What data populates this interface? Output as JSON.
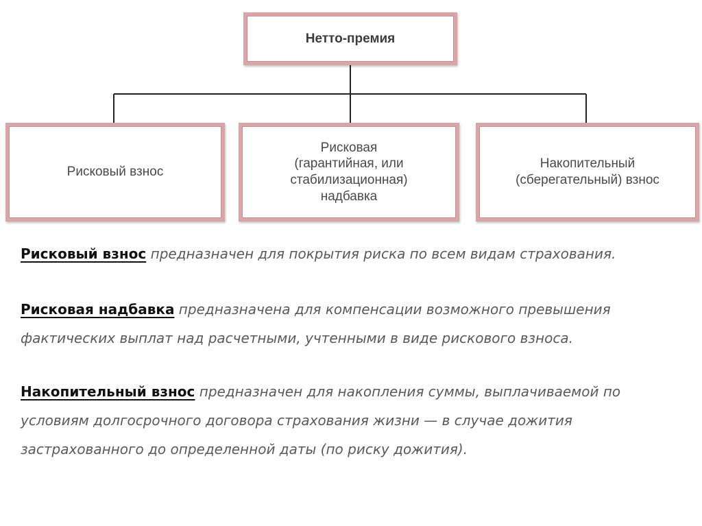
{
  "diagram": {
    "root": "Нетто-премия",
    "children": [
      "Рисковый взнос",
      "Рисковая\n(гарантийная, или\nстабилизационная)\nнадбавка",
      "Накопительный\n(сберегательный) взнос"
    ],
    "colors": {
      "box_border": "#d9a6a8",
      "connector": "#222222"
    }
  },
  "paragraphs": [
    {
      "term": "Рисковый взнос",
      "text": " предназначен для покрытия риска по всем видам страхования."
    },
    {
      "term": "Рисковая надбавка",
      "text": " предназначена для компенсации возможного превышения фактических выплат над расчетными, учтенными в виде рискового взноса."
    },
    {
      "term": "Накопительный взнос",
      "text": " предназначен для накопления суммы, выплачиваемой по условиям долгосрочного договора страхования жизни — в случае дожития застрахованного до определенной даты (по риску дожития)."
    }
  ]
}
